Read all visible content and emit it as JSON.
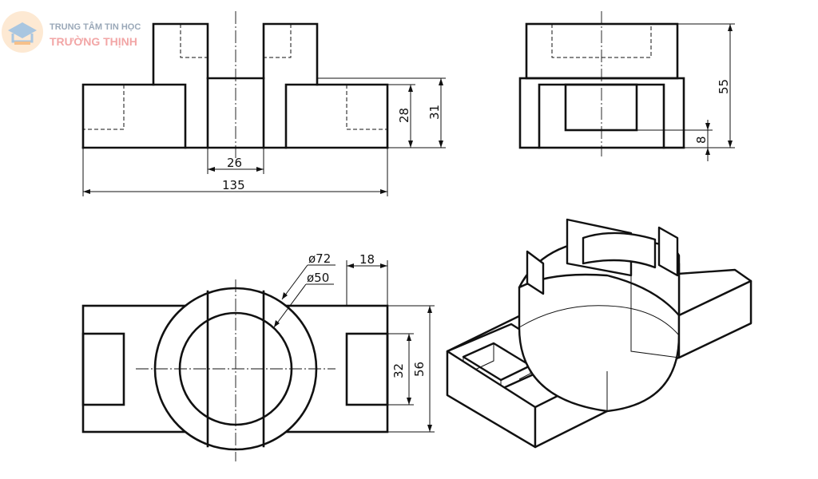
{
  "logo": {
    "line1": "TRUNG TÂM TIN HỌC",
    "line2": "TRƯỜNG THỊNH"
  },
  "front_view": {
    "dim_26": "26",
    "dim_135": "135",
    "dim_28": "28",
    "dim_31": "31"
  },
  "side_view": {
    "dim_55": "55",
    "dim_8": "8"
  },
  "top_view": {
    "dim_phi72": "ø72",
    "dim_phi50": "ø50",
    "dim_18": "18",
    "dim_32": "32",
    "dim_56": "56"
  }
}
